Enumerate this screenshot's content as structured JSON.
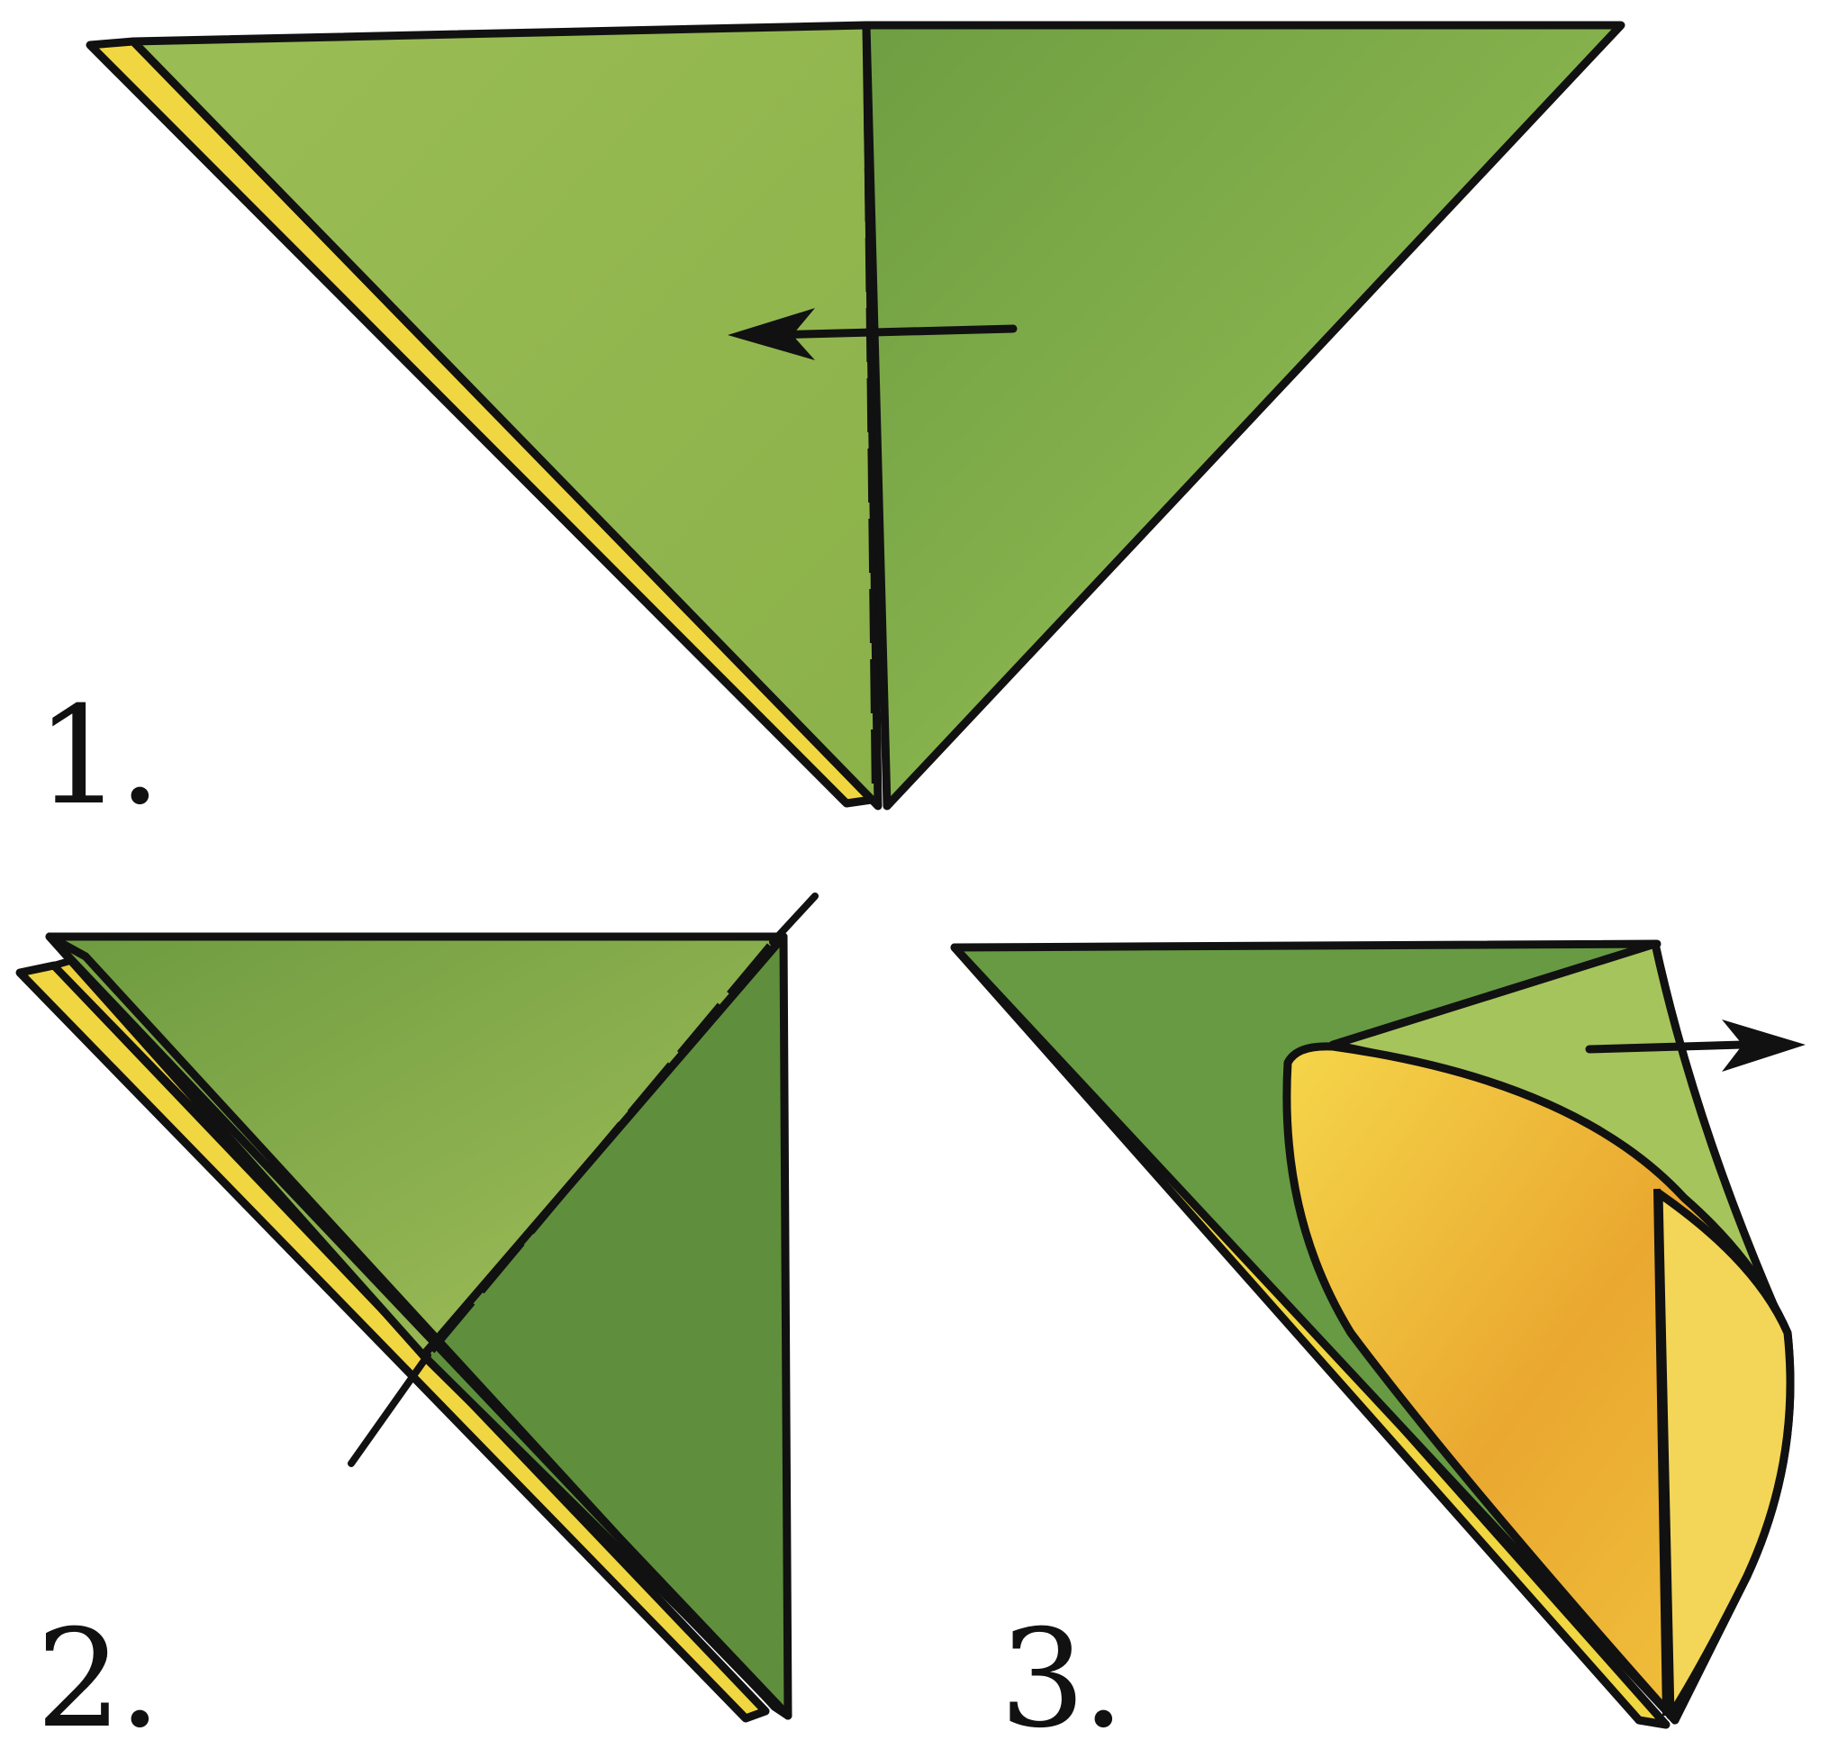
{
  "steps": [
    {
      "label": "1."
    },
    {
      "label": "2."
    },
    {
      "label": "3."
    }
  ],
  "colors": {
    "outline": "#111111",
    "green_light": "#a8c35a",
    "green_mid": "#8fb04a",
    "green_dark": "#5f8f3c",
    "yellow_edge": "#f0d640",
    "yellow_fill": "#f2c83a",
    "orange_tint": "#e6a52c"
  },
  "icons": {
    "arrow_step1": "arrow-left-icon",
    "arrow_step3": "arrow-right-icon"
  }
}
